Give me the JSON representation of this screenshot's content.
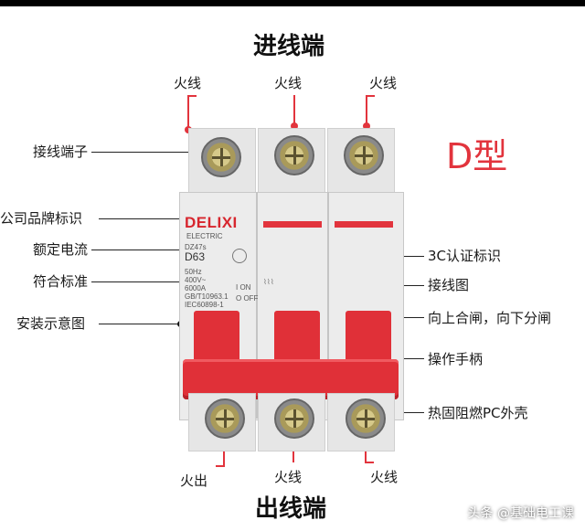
{
  "titles": {
    "top": "进线端",
    "bottom": "出线端",
    "type": "D型"
  },
  "top_labels": [
    "火线",
    "火线",
    "火线"
  ],
  "bottom_labels": [
    "火出",
    "火线",
    "火线"
  ],
  "left_labels": [
    "接线端子",
    "公司品牌标识",
    "额定电流",
    "符合标准",
    "安装示意图"
  ],
  "right_labels": [
    "3C认证标识",
    "接线图",
    "向上合闸，向下分闸",
    "操作手柄",
    "热固阻燃PC外壳"
  ],
  "breaker": {
    "brand": "DELIXI",
    "brand_sub": "ELECTRIC",
    "series": "DZ47s",
    "model": "D63",
    "specs": [
      "50Hz",
      "400V~",
      "6000A",
      "GB/T10963.1",
      "IEC60898-1"
    ],
    "switch_on": "I ON",
    "switch_off": "O OFF"
  },
  "watermark": "头条 @基础电工课",
  "colors": {
    "accent": "#e2343d",
    "handle": "#e03038"
  }
}
